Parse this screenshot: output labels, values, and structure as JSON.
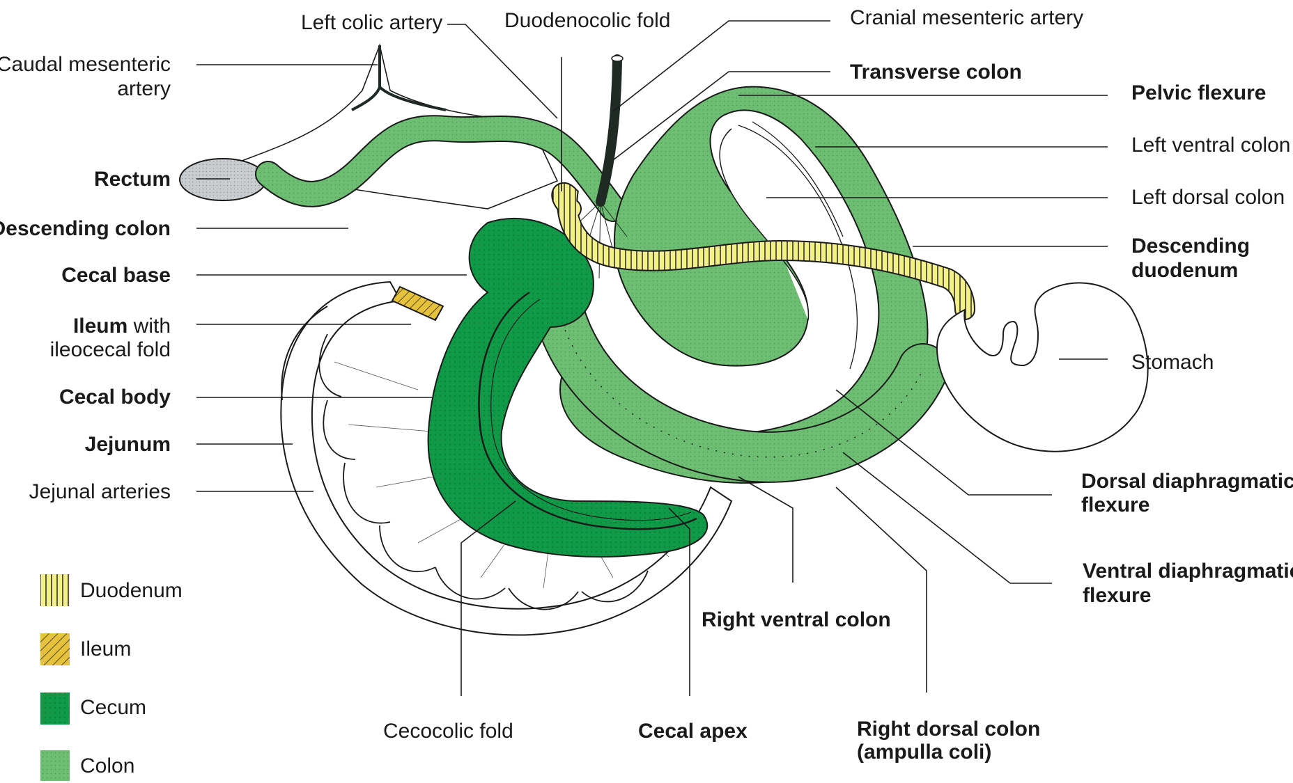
{
  "labels": {
    "caudal_mesenteric_1": "Caudal mesenteric",
    "caudal_mesenteric_2": "artery",
    "left_colic_artery": "Left colic artery",
    "duodenocolic_fold": "Duodenocolic fold",
    "cranial_mesenteric_artery": "Cranial mesenteric artery",
    "transverse_colon": "Transverse colon",
    "pelvic_flexure": "Pelvic flexure",
    "left_ventral_colon": "Left ventral colon",
    "left_dorsal_colon": "Left dorsal colon",
    "descending_duodenum_1": "Descending",
    "descending_duodenum_2": "duodenum",
    "stomach": "Stomach",
    "rectum": "Rectum",
    "descending_colon": "Descending colon",
    "cecal_base": "Cecal base",
    "ileum_bold": "Ileum",
    "ileum_rest": " with",
    "ileocecal_fold": "ileocecal fold",
    "cecal_body": "Cecal body",
    "jejunum": "Jejunum",
    "jejunal_arteries": "Jejunal arteries",
    "dorsal_diaphragmatic_1": "Dorsal diaphragmatic",
    "dorsal_diaphragmatic_2": "flexure",
    "ventral_diaphragmatic_1": "Ventral diaphragmatic",
    "ventral_diaphragmatic_2": "flexure",
    "right_ventral_colon": "Right ventral colon",
    "cecocolic_fold": "Cecocolic fold",
    "cecal_apex": "Cecal apex",
    "right_dorsal_colon_1": "Right dorsal colon",
    "right_dorsal_colon_2": "(ampulla coli)"
  },
  "legend": [
    {
      "label": "Duodenum",
      "pattern": "vertical-stripes",
      "color": "#f2ee8c"
    },
    {
      "label": "Ileum",
      "pattern": "diagonal-stripes",
      "color": "#e8c23a"
    },
    {
      "label": "Cecum",
      "pattern": "dots",
      "color": "#0f9a48"
    },
    {
      "label": "Colon",
      "pattern": "fine-dots",
      "color": "#6cbd6f"
    }
  ],
  "colors": {
    "cecum": "#109a48",
    "colon": "#6dbd72",
    "duodenum": "#f3ef8f",
    "ileum": "#e6c13c",
    "rectum": "#c9cdd0",
    "vessel": "#1f2a24"
  }
}
